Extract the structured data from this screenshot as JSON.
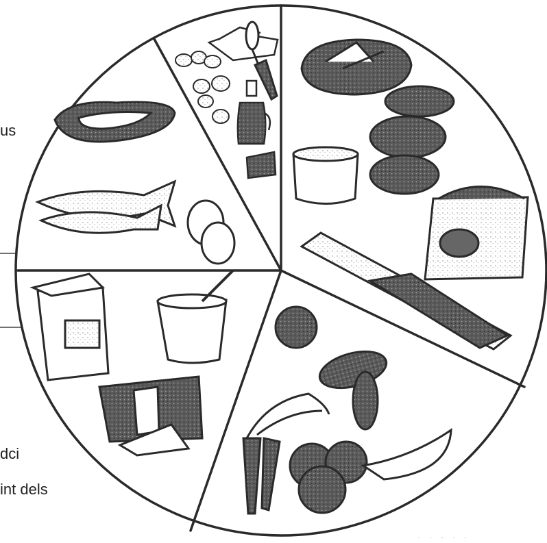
{
  "side_text": {
    "line1": "us",
    "line2": "dci",
    "line3": "int dels",
    "line4": ". . . . ."
  },
  "wheel": {
    "stroke_color": "#2a2a2a",
    "fill_color": "#ffffff",
    "dark_fill": "#3d3d3d",
    "segments": [
      {
        "id": "oils-nuts",
        "icons": [
          "nuts-icon",
          "butter-icon",
          "knife-icon",
          "olive-oil-bottle-icon",
          "chocolate-icon"
        ]
      },
      {
        "id": "cereals",
        "icons": [
          "bread-icon",
          "potatoes-icon",
          "flour-bowl-icon",
          "rice-sack-icon",
          "spaghetti-icon"
        ]
      },
      {
        "id": "vegetables-fruit",
        "icons": [
          "lettuce-icon",
          "cucumber-icon",
          "carrots-icon",
          "apples-icon",
          "banana-icon"
        ]
      },
      {
        "id": "dairy",
        "icons": [
          "milk-carton-icon",
          "yogurt-icon",
          "cheese-icon"
        ]
      },
      {
        "id": "meat-fish-eggs",
        "icons": [
          "steak-icon",
          "fish-icon",
          "eggs-icon"
        ]
      }
    ]
  }
}
